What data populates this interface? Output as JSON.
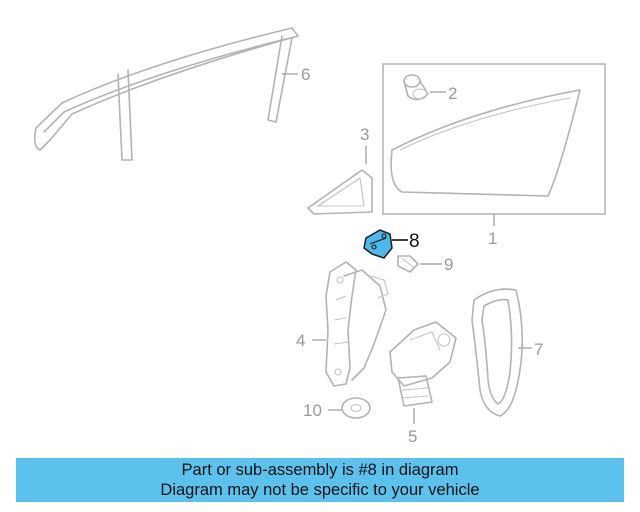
{
  "diagram": {
    "callouts": [
      "1",
      "2",
      "3",
      "4",
      "5",
      "6",
      "7",
      "8",
      "9",
      "10"
    ],
    "highlighted_part": "8",
    "highlight_color": "#4db8ea"
  },
  "banner": {
    "line1": "Part or sub-assembly is #8 in diagram",
    "line2": "Diagram may not be specific to your vehicle",
    "background": "#5bc2ee"
  }
}
